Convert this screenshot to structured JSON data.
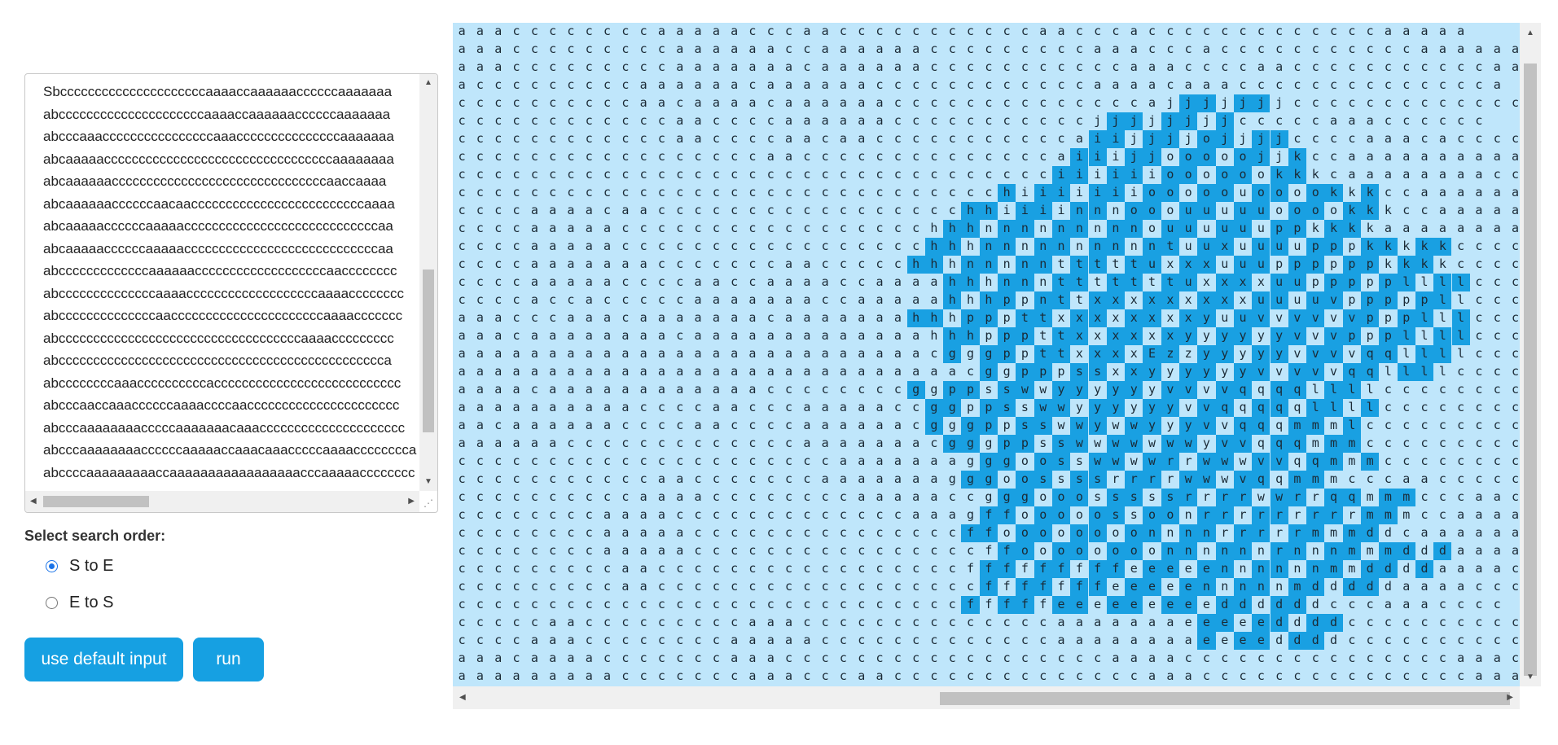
{
  "input_box": {
    "lines": [
      "Sbcccccccccccccccccccccaaaaccaaaaaaccccccaaaaaaa",
      "abcccccccccccccccccccccaaaaccaaaaaaccccccaaaaaaa",
      "abcccaaaccccccccccccccccaaacccccccccccccccaaaaaaa",
      "abcaaaaacccccccccccccccccccccccccccccccccaaaaaaaa",
      "abcaaaaaacccccccccccccccccccccccccccccccaaccaaaa",
      "abcaaaaaaccccccaacaacccccccccccccccccccccccccaaaa",
      "abcaaaaaccccccaaaaaccccccccccccccccccccccccccccaa",
      "abcaaaaaccccccaaaaaccccccccccccccccccccccccccccaa",
      "abcccccccccccccaaaaaacccccccccccccccccccaacccccccc",
      "abccccccccccccccaaaacccccccccccccccccccaaaacccccccc",
      "abccccccccccccccaaccccccccccccccccccccccaaaaccccccc",
      "abcccccccccccccccccccccccccccccccccccaaaaccccccccc",
      "abccccccccccccccccccccccccccccccccccccccccccccccca",
      "abccccccccaaaccccccccccaccccccccccccccccccccccccccc",
      "abcccaaccaaaccccccaaaaccccaacccccccccccccccccccccc",
      "abcccaaaaaaaacccccaaaaaaacaaaccccccccccccccccccccc",
      "abcccaaaaaaaaccccccaaaaaccaaacaaacccccaaaacccccccca",
      "abccccaaaaaaaaaccaaaaaaaaaaaaaaaaacccaaaaacccccccc"
    ]
  },
  "search_order": {
    "label": "Select search order:",
    "options": [
      {
        "label": "S to E",
        "selected": true
      },
      {
        "label": "E to S",
        "selected": false
      }
    ]
  },
  "buttons": {
    "default_label": "use default input",
    "run_label": "run"
  },
  "heightmap": {
    "rows": [
      "aaaccccccccaaaaacccaacccccccccccaacccacccccccccccccaaaaa",
      "aaacccccccccaaaaaaccaaaaaacccccccccaaacccacccccccccccaaaaaa",
      "aaacccccccccaaaaaaacaaaaaacccccccccccaaaccccaacccccccccccaaaaaa",
      "acccccccccaaaaaacaaaaaaccccccccccccaaaacaaacccccccccccccca",
      "ccccccccccaacaaaacaaaaaaccccccccccccccajjjjjjjcccccccccccccccc",
      "ccccccccccccaaccccaaaaaacccccccccccjjjjjjjjcccccaaacccccc",
      "ccccccccccccaaccccaacaacccccccccccaiijjjjojjjjccccaaacaccccc",
      "cccccccccccccccccaaccccccccccccccaiiijjooooojjkccaaaaaaaaaaccc",
      "ccccccccccccccccccccccccccccccccciiiiiiooooookkkcaaaaaaaacccc",
      "cccccccccccccccccccccccccccccchiiiiiiiooooouooookkkccaaaaaaaaccc",
      "ccccaaaacaaccccccccccccccccchhiiiinnnooouuuuuooookkkccaaaaacccc",
      "ccccaaaaaccccccccccccccccchhhnnnnnnnnnouuuuuuppkkkkaaaaaaaaccc",
      "ccccaaaaaccccccccccccccccchhhnnnnnnnnnntuuxuuuupppkkkkkcccccccc",
      "ccccaaaaaaacccccccaaccccchhhnnnnntttttuxxxuuuppppppkkkkcccccccc",
      "ccccaaaaaccccaaccaaaaccaaaahhhnnntttttttuxxxxuupppppllllcccccc",
      "ccccaccacccccaaaaaaaccaaaaahhhppnttxxxxxxxxxuuuuvpppppllcccccc",
      "aaacccaaacaaaaaaacaaaaaaahhhpppttxxxxxxxxyuuvvvvvvppplllccccc",
      "aaacaaaaaaaacaaaaaaaaaaaaahhhpppttxxxxxxyyyyyyvvvpppllllcccccc",
      "aaaaaaaaaaaaaaaaaaaaaaaaaacgggppttxxxxEzzyyyyyvvvvqqllllcccccc",
      "aaaaaaaaaaaaaaaaaaaaaaaaaaaacggpppssxxyyyyyyvvvvvqqllllccccc",
      "aaaacaaaaaaaaaaaaccccccccggppsswwyyyyyyvvvvqqqqllllcccccccc",
      "aaaaaaaaaaccccaacccaaaaaccggppsswwyyyyyyvvqqqqqllllcccccccc",
      "aacaaaaaaccccaaccccaaaaaacgggppsswwywwyyyvvqqqmmmlcccccccccc",
      "aaaaaacccccccccccccaaaaaaacgggppsswwwwwwwyvvqqqmmmccccccccccc",
      "cccccccccccccccccccccaaaaaaagggoosswwwwrrwwwvvqqmmmcccccccccccc",
      "cccccccccccaacccccccaaaaaaagggoossssrrrrwwwvqqmmmcccaaccccccc",
      "ccccccccccaaaaccccccccaaaaaccgggooosssssrrrrwwrrqqmmmcccaaccccc",
      "ccccccccaaaacccccccccccccaaagffooooossoonrrrrrrrrrmmmccaaaaaccccc",
      "ccccccccaaaaacccccccccccccccffoooooooonnnnrrrrrmmmddcaaaaaaccc",
      "ccccccccaaaaaccccccccccccccccffoooooooonnnnnnrnnnmmmdddaaaaaacccc",
      "cccccccccaacccccccccccccccccfffffffffeeeeennnnnnmmddddaaaaccccccc",
      "cccccccccaaccccccccccccccccccfffffffeeeeennnnnmdddddaaaaccccc",
      "ccccccccccccccccccccccccccccfffffeeeeeeeeeddddddcccaaacccc",
      "cccccaacccccccccaaaccccccccccccccaaaaaaaeeeeeddddcccccccccccccc",
      "ccccaaaccccccccaaaaacccccccccccccaaaaaaaaeeeeddddcccccccccccccc",
      "aaacaaaacccccccaaaccccccccccccccccccaaaacccccccccccccccaaaca",
      "aaaaaaaaacccccccaaacccaaccccccccccccccaaacccccccccccccccaaaaa",
      "aaaaaaaaacccccccaaccccacccccccccccccccaaacccccccccccccccaaaaa",
      "caaaaaaaaccccccccccccccccccccccccccccccccccccccccaaaaaa"
    ]
  }
}
